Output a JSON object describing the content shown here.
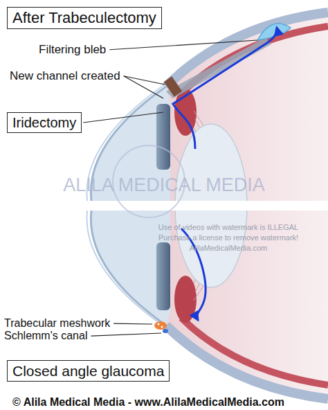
{
  "diagram": {
    "nodes": [
      {
        "text": [
          "After Trabeculectomy"
        ]
      },
      {
        "text": [
          "Iridectomy"
        ]
      },
      {
        "text": [
          "Closed angle glaucoma"
        ]
      }
    ],
    "labels": [
      "Filtering bleb",
      "New channel created",
      "ALILA MEDICAL MEDIA",
      "Use of videos with watermark is ILLEGAL",
      "Purchase a license to remove watermark!",
      "AlilaMedicalMedia.com",
      "Trabecular meshwork",
      "Schlemm's canal",
      "© Alila Medical Media - www.AlilaMedicalMedia.com"
    ]
  }
}
